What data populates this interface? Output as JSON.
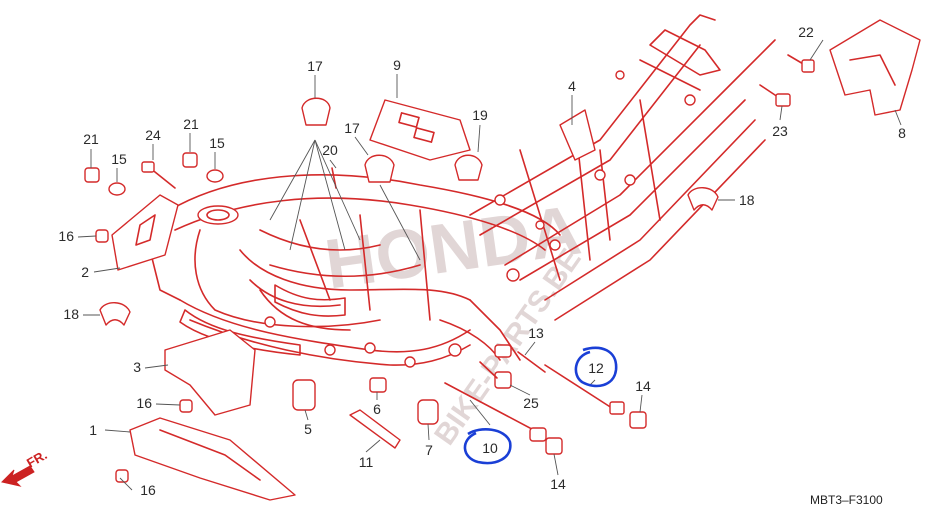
{
  "watermark": {
    "primary": "HONDA",
    "secondary": "BIKE-PARTS.BE"
  },
  "direction_marker": {
    "label": "FR."
  },
  "diagram_code": "MBT3–F3100",
  "callouts": {
    "c1": "1",
    "c2": "2",
    "c3": "3",
    "c4": "4",
    "c5": "5",
    "c6": "6",
    "c7": "7",
    "c8": "8",
    "c9": "9",
    "c10": "10",
    "c11": "11",
    "c12": "12",
    "c13": "13",
    "c14a": "14",
    "c14b": "14",
    "c15a": "15",
    "c15b": "15",
    "c16a": "16",
    "c16b": "16",
    "c16c": "16",
    "c17a": "17",
    "c17b": "17",
    "c18a": "18",
    "c18b": "18",
    "c19": "19",
    "c20": "20",
    "c21a": "21",
    "c21b": "21",
    "c22": "22",
    "c23": "23",
    "c24": "24",
    "c25": "25"
  },
  "highlight_color": "#1a3fd6",
  "line_color": "#d42a2a"
}
